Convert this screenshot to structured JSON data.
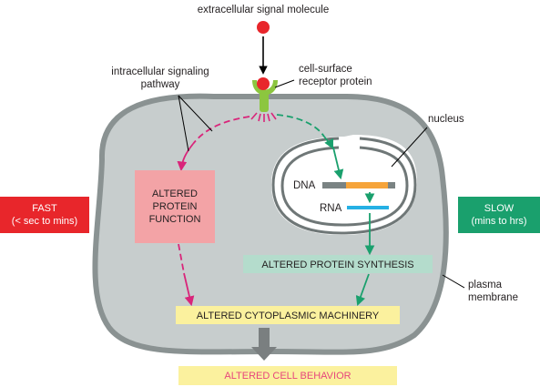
{
  "labels": {
    "extracellular_signal": "extracellular signal molecule",
    "intracellular_pathway_line1": "intracellular signaling",
    "intracellular_pathway_line2": "pathway",
    "receptor_line1": "cell-surface",
    "receptor_line2": "receptor protein",
    "nucleus": "nucleus",
    "dna": "DNA",
    "rna": "RNA",
    "plasma_membrane_line1": "plasma",
    "plasma_membrane_line2": "membrane",
    "altered_function_line1": "ALTERED",
    "altered_function_line2": "PROTEIN",
    "altered_function_line3": "FUNCTION",
    "altered_synthesis": "ALTERED PROTEIN SYNTHESIS",
    "altered_machinery": "ALTERED CYTOPLASMIC MACHINERY",
    "altered_behavior": "ALTERED CELL BEHAVIOR",
    "fast_line1": "FAST",
    "fast_line2": "(< sec to mins)",
    "slow_line1": "SLOW",
    "slow_line2": "(mins to hrs)"
  },
  "colors": {
    "signal_molecule": "#e8262b",
    "receptor": "#8cc63f",
    "cell_fill": "#c7cdcd",
    "cell_outline": "#8a9292",
    "nucleus_outline": "#6f7777",
    "fast_pathway": "#d9257a",
    "slow_pathway": "#1aa06d",
    "altered_function_box": "#f3a3a6",
    "altered_synthesis_box": "#b4dccc",
    "yellow_box": "#fbf19e",
    "fast_box": "#e8262b",
    "slow_box": "#1aa06d",
    "dna_orange": "#f6a43a",
    "dna_gray": "#7a8383",
    "rna_blue": "#25b0e4",
    "output_arrow": "#7a7f80",
    "behavior_text": "#e7457c"
  }
}
